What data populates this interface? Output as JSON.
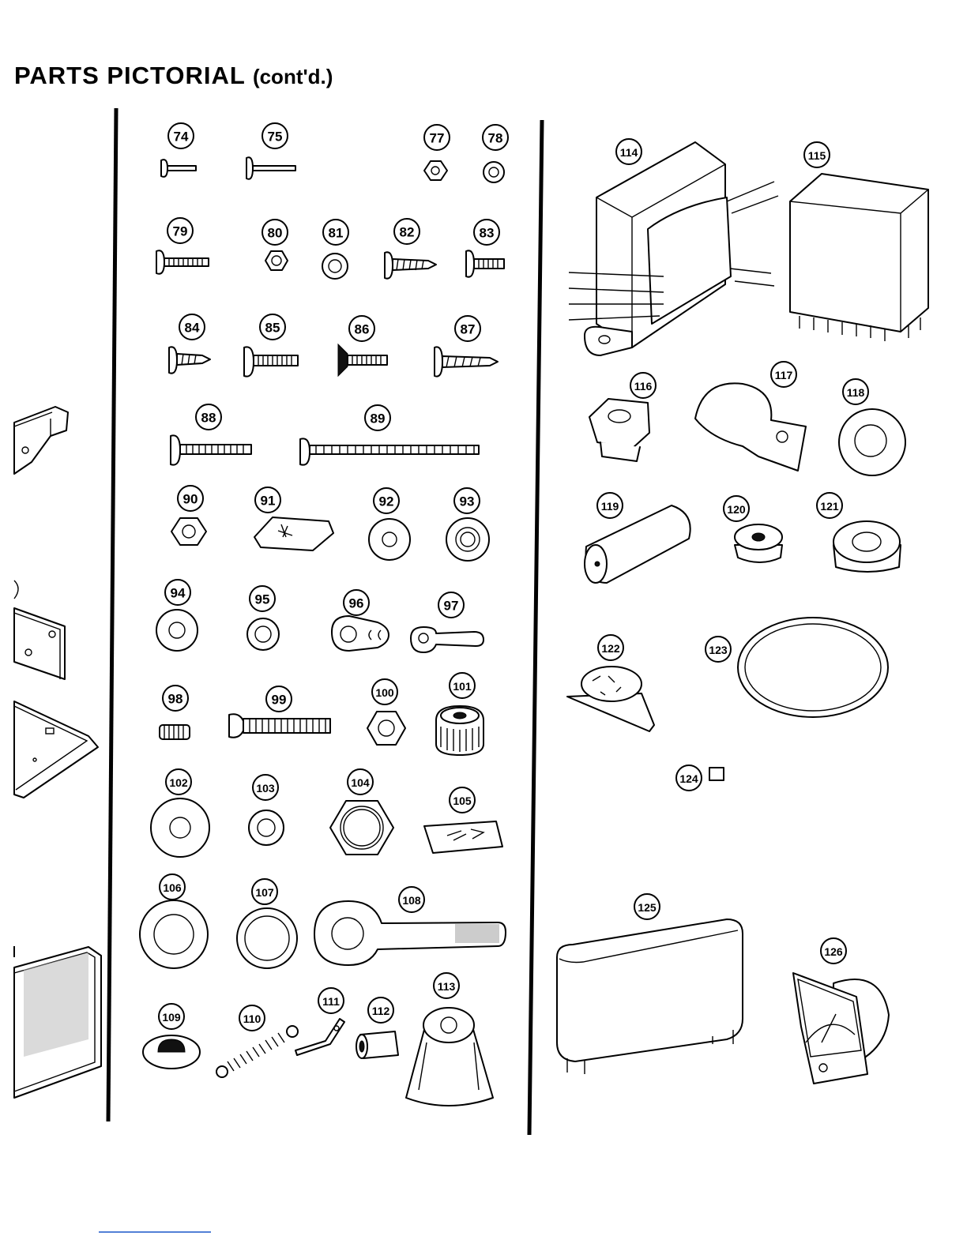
{
  "page": {
    "title": "PARTS PICTORIAL",
    "title_suffix": "(cont'd.)"
  },
  "callouts": [
    "74",
    "75",
    "77",
    "78",
    "79",
    "80",
    "81",
    "82",
    "83",
    "84",
    "85",
    "86",
    "87",
    "88",
    "89",
    "90",
    "91",
    "92",
    "93",
    "94",
    "95",
    "96",
    "97",
    "98",
    "99",
    "100",
    "101",
    "102",
    "103",
    "104",
    "105",
    "106",
    "107",
    "108",
    "109",
    "110",
    "111",
    "112",
    "113",
    "114",
    "115",
    "116",
    "117",
    "118",
    "119",
    "120",
    "121",
    "122",
    "123",
    "124",
    "125",
    "126"
  ],
  "colors": {
    "ink": "#000000",
    "paper": "#ffffff",
    "link_rule": "#1a56c8"
  }
}
